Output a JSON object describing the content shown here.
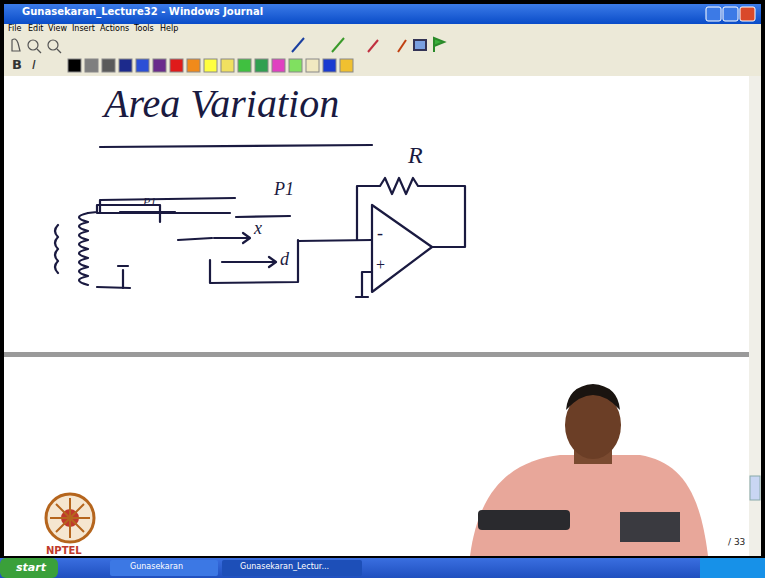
{
  "diagram": {
    "title": "Area Variation",
    "labels": [
      "Gunasekaran_Lecture32 - Windows Journal",
      "File",
      "Edit",
      "View",
      "Insert",
      "Actions",
      "Tools",
      "Help",
      "B",
      "I",
      "R",
      "P1",
      "P1",
      "x",
      "d",
      "-",
      "+",
      "/ 33",
      "NPTEL",
      "start",
      "Gunasekaran",
      "Gunasekaran_Lectur..."
    ]
  }
}
